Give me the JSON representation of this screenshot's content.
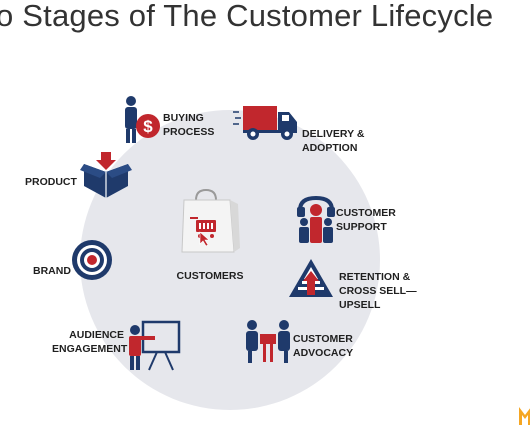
{
  "title": "o Stages of The Customer Lifecycle",
  "center": {
    "label": "CUSTOMERS",
    "icon": "shopping-bag-cart-icon"
  },
  "stages": [
    {
      "label": "BUYING\nPROCESS",
      "icon": "dollar-person-icon"
    },
    {
      "label": "DELIVERY &\nADOPTION",
      "icon": "delivery-truck-icon"
    },
    {
      "label": "CUSTOMER\nSUPPORT",
      "icon": "support-headset-icon"
    },
    {
      "label": "RETENTION &\nCROSS SELL—\nUPSELL",
      "icon": "pyramid-arrow-icon"
    },
    {
      "label": "CUSTOMER\nADVOCACY",
      "icon": "people-meeting-icon"
    },
    {
      "label": "AUDIENCE\nENGAGEMENT",
      "icon": "presenter-board-icon"
    },
    {
      "label": "BRAND",
      "icon": "target-icon"
    },
    {
      "label": "PRODUCT",
      "icon": "box-icon"
    }
  ],
  "colors": {
    "navy": "#1f3a6b",
    "red": "#c1272d",
    "circle": "#e6e7ec"
  }
}
